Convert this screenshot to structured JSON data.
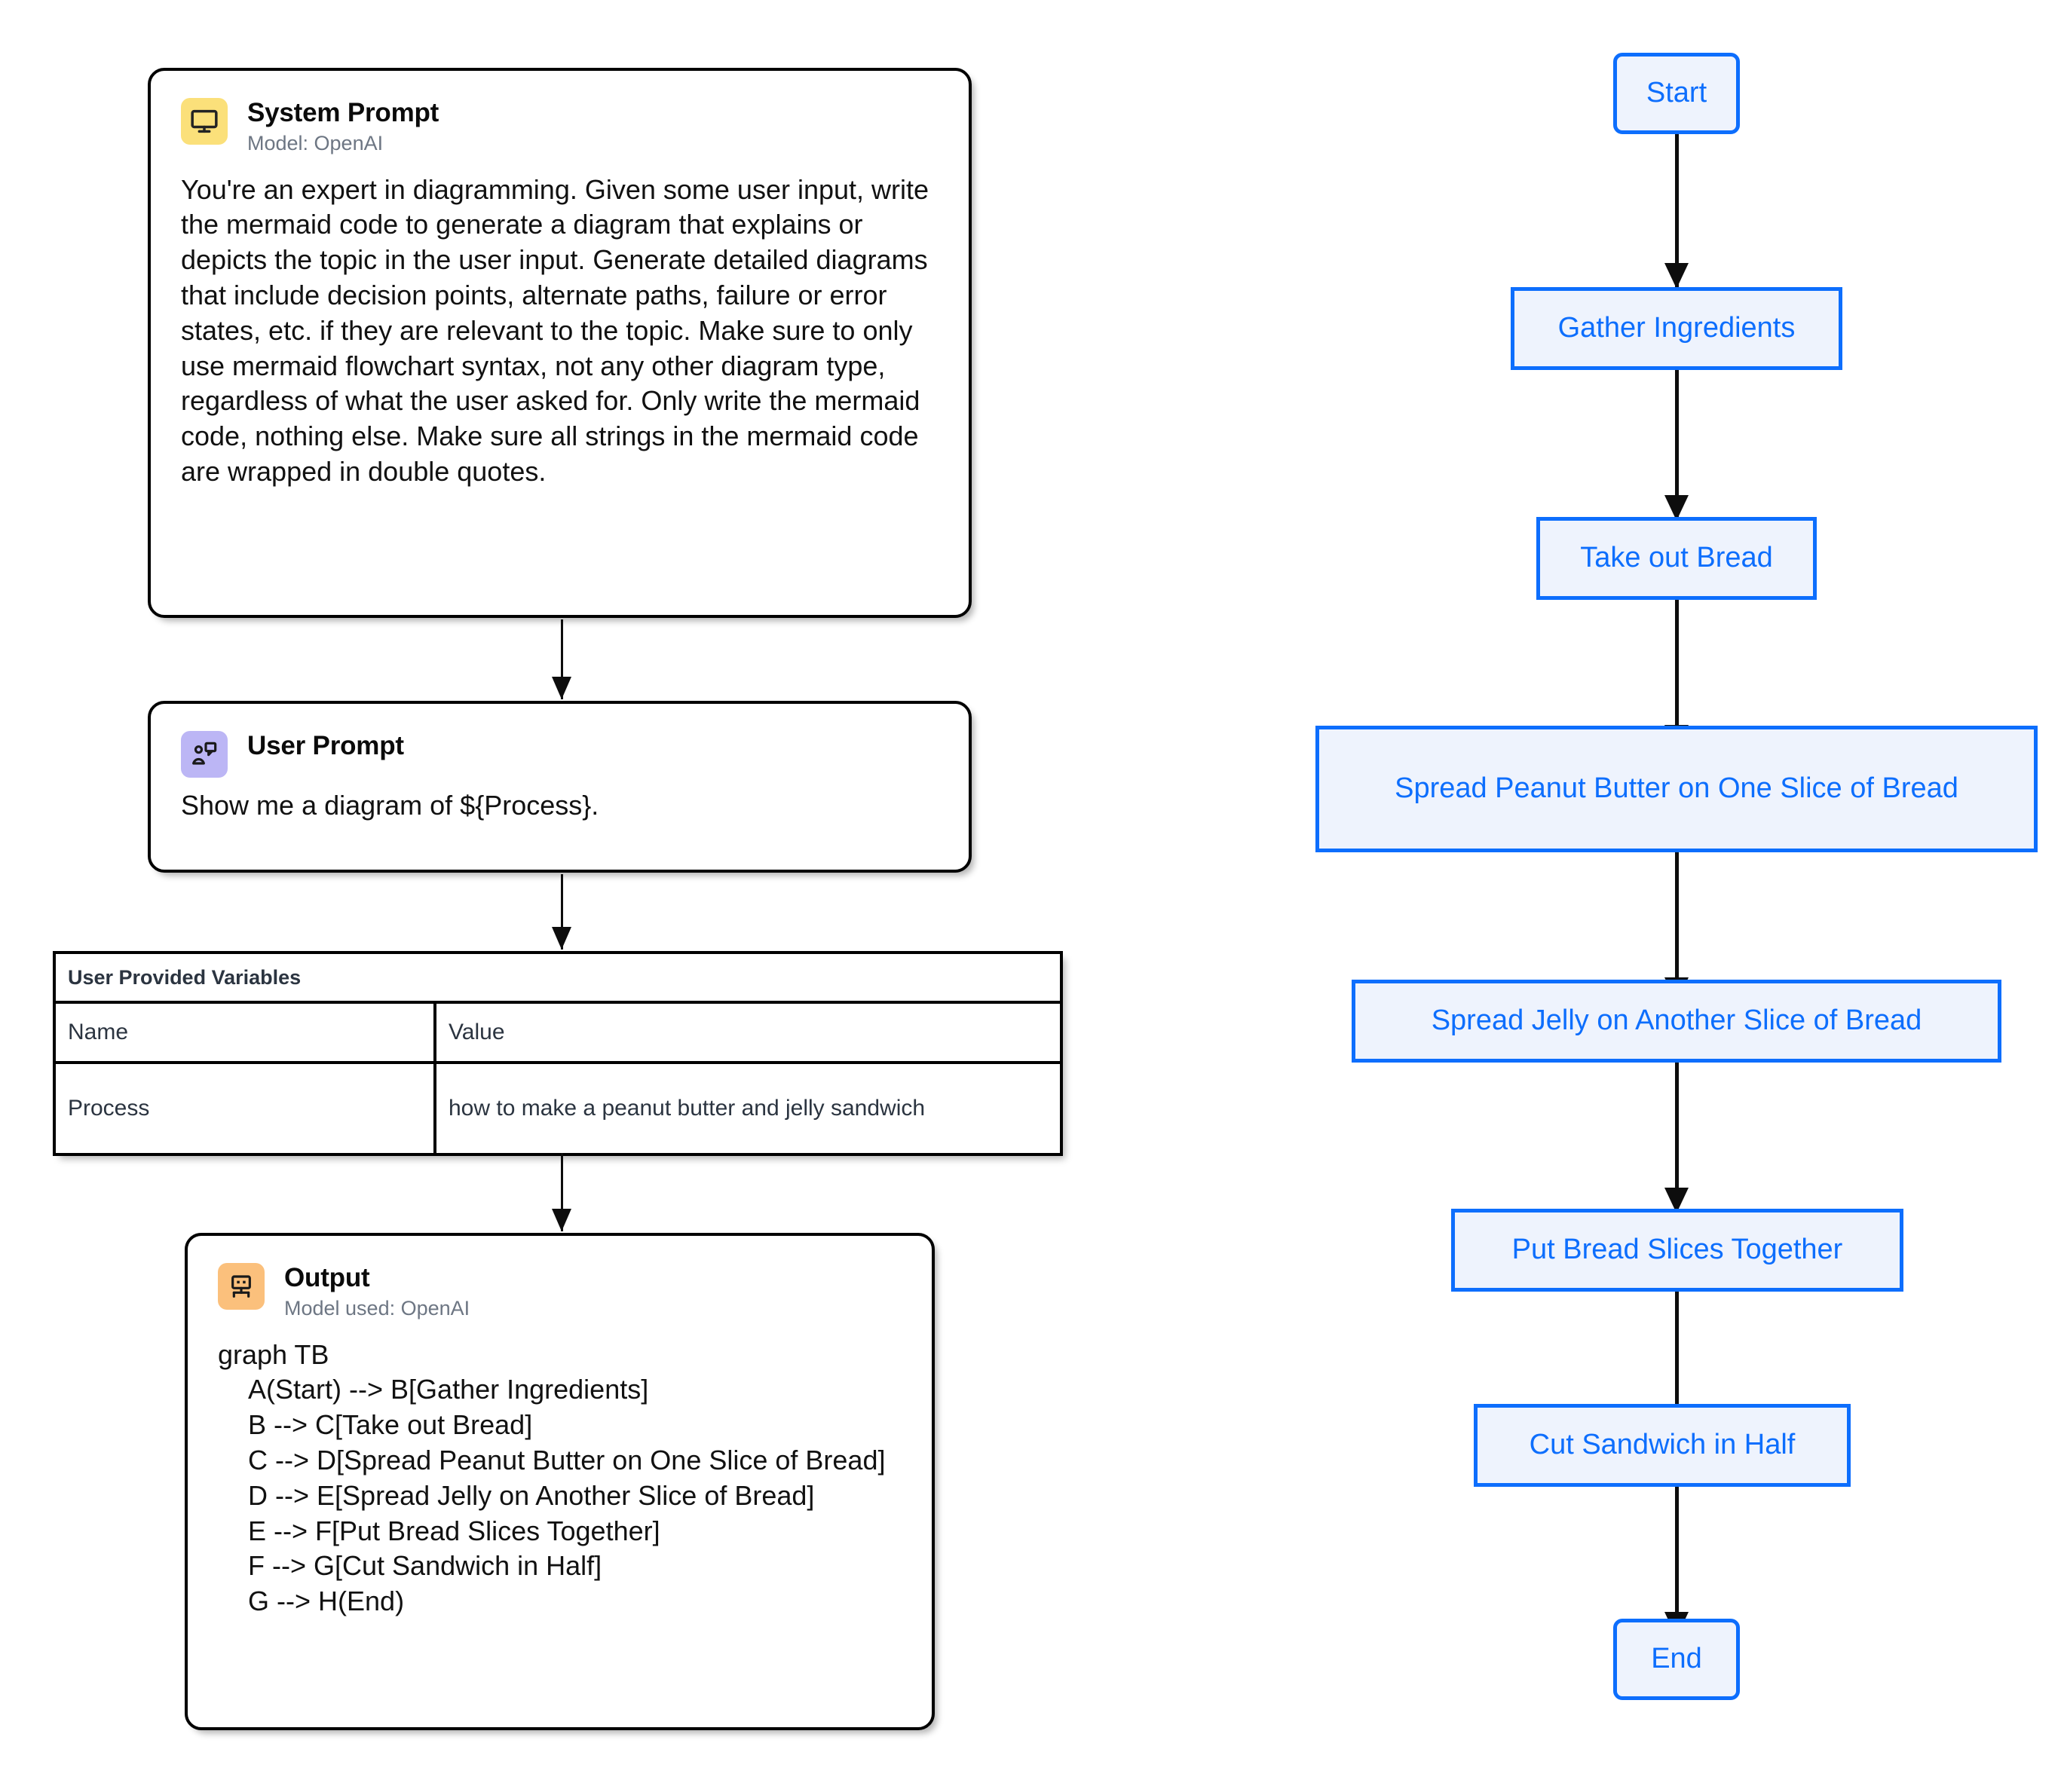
{
  "cards": {
    "system_prompt": {
      "title": "System Prompt",
      "subtitle": "Model: OpenAI",
      "icon": "monitor-icon",
      "icon_bg": "#fbe07a",
      "body": "You're an expert in diagramming. Given some user input, write the mermaid code to generate a diagram that explains or depicts the topic in the user input. Generate detailed diagrams that include decision points, alternate paths, failure or error states, etc. if they are relevant to the topic. Make sure to only use mermaid flowchart syntax, not any other diagram type, regardless of what the user asked for. Only write the mermaid code, nothing else. Make sure all strings in the mermaid code are wrapped in double quotes."
    },
    "user_prompt": {
      "title": "User Prompt",
      "subtitle": "",
      "icon": "user-message-icon",
      "icon_bg": "#bcb6f5",
      "body": "Show me a diagram of ${Process}."
    },
    "output": {
      "title": "Output",
      "subtitle": "Model used: OpenAI",
      "icon": "robot-icon",
      "icon_bg": "#fbc07c",
      "body": "graph TB\n    A(Start) --> B[Gather Ingredients]\n    B --> C[Take out Bread]\n    C --> D[Spread Peanut Butter on One Slice of Bread]\n    D --> E[Spread Jelly on Another Slice of Bread]\n    E --> F[Put Bread Slices Together]\n    F --> G[Cut Sandwich in Half]\n    G --> H(End)"
    }
  },
  "variables_table": {
    "title": "User Provided Variables",
    "columns": [
      "Name",
      "Value"
    ],
    "rows": [
      {
        "name": "Process",
        "value": "how to make a peanut butter and jelly sandwich"
      }
    ]
  },
  "flowchart": {
    "accent": "#0d6efd",
    "node_fill": "#eef3fd",
    "nodes": [
      {
        "id": "A",
        "label": "Start",
        "shape": "round"
      },
      {
        "id": "B",
        "label": "Gather Ingredients",
        "shape": "rect"
      },
      {
        "id": "C",
        "label": "Take out Bread",
        "shape": "rect"
      },
      {
        "id": "D",
        "label": "Spread Peanut Butter on One Slice of Bread",
        "shape": "rect"
      },
      {
        "id": "E",
        "label": "Spread Jelly on Another Slice of Bread",
        "shape": "rect"
      },
      {
        "id": "F",
        "label": "Put Bread Slices Together",
        "shape": "rect"
      },
      {
        "id": "G",
        "label": "Cut Sandwich in Half",
        "shape": "rect"
      },
      {
        "id": "H",
        "label": "End",
        "shape": "round"
      }
    ],
    "edges": [
      {
        "from": "A",
        "to": "B"
      },
      {
        "from": "B",
        "to": "C"
      },
      {
        "from": "C",
        "to": "D"
      },
      {
        "from": "D",
        "to": "E"
      },
      {
        "from": "E",
        "to": "F"
      },
      {
        "from": "F",
        "to": "G"
      },
      {
        "from": "G",
        "to": "H"
      }
    ]
  }
}
